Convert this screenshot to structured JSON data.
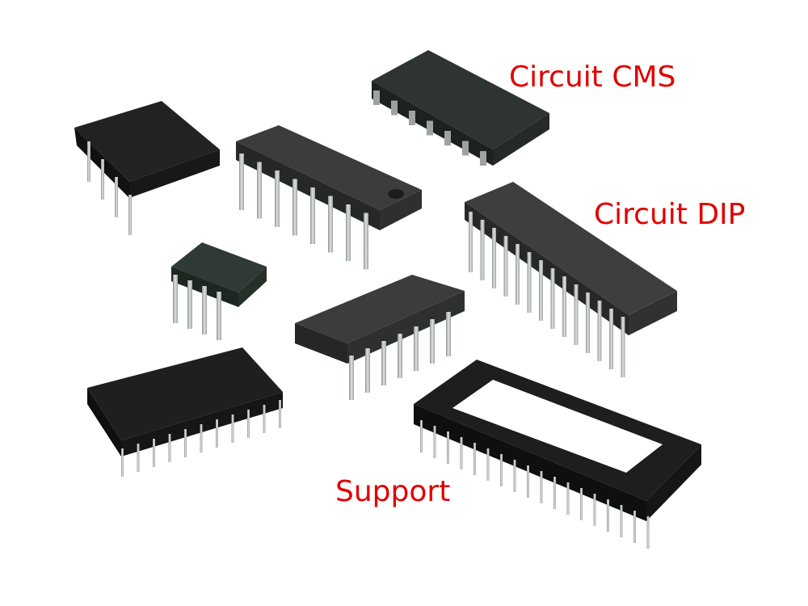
{
  "labels": {
    "cms": "Circuit CMS",
    "dip": "Circuit DIP",
    "support": "Support"
  },
  "colors": {
    "label": "#e00000",
    "chip_body": "#2b2e2d",
    "socket_body": "#1c1c1c",
    "pin": "#b8bcbc"
  }
}
